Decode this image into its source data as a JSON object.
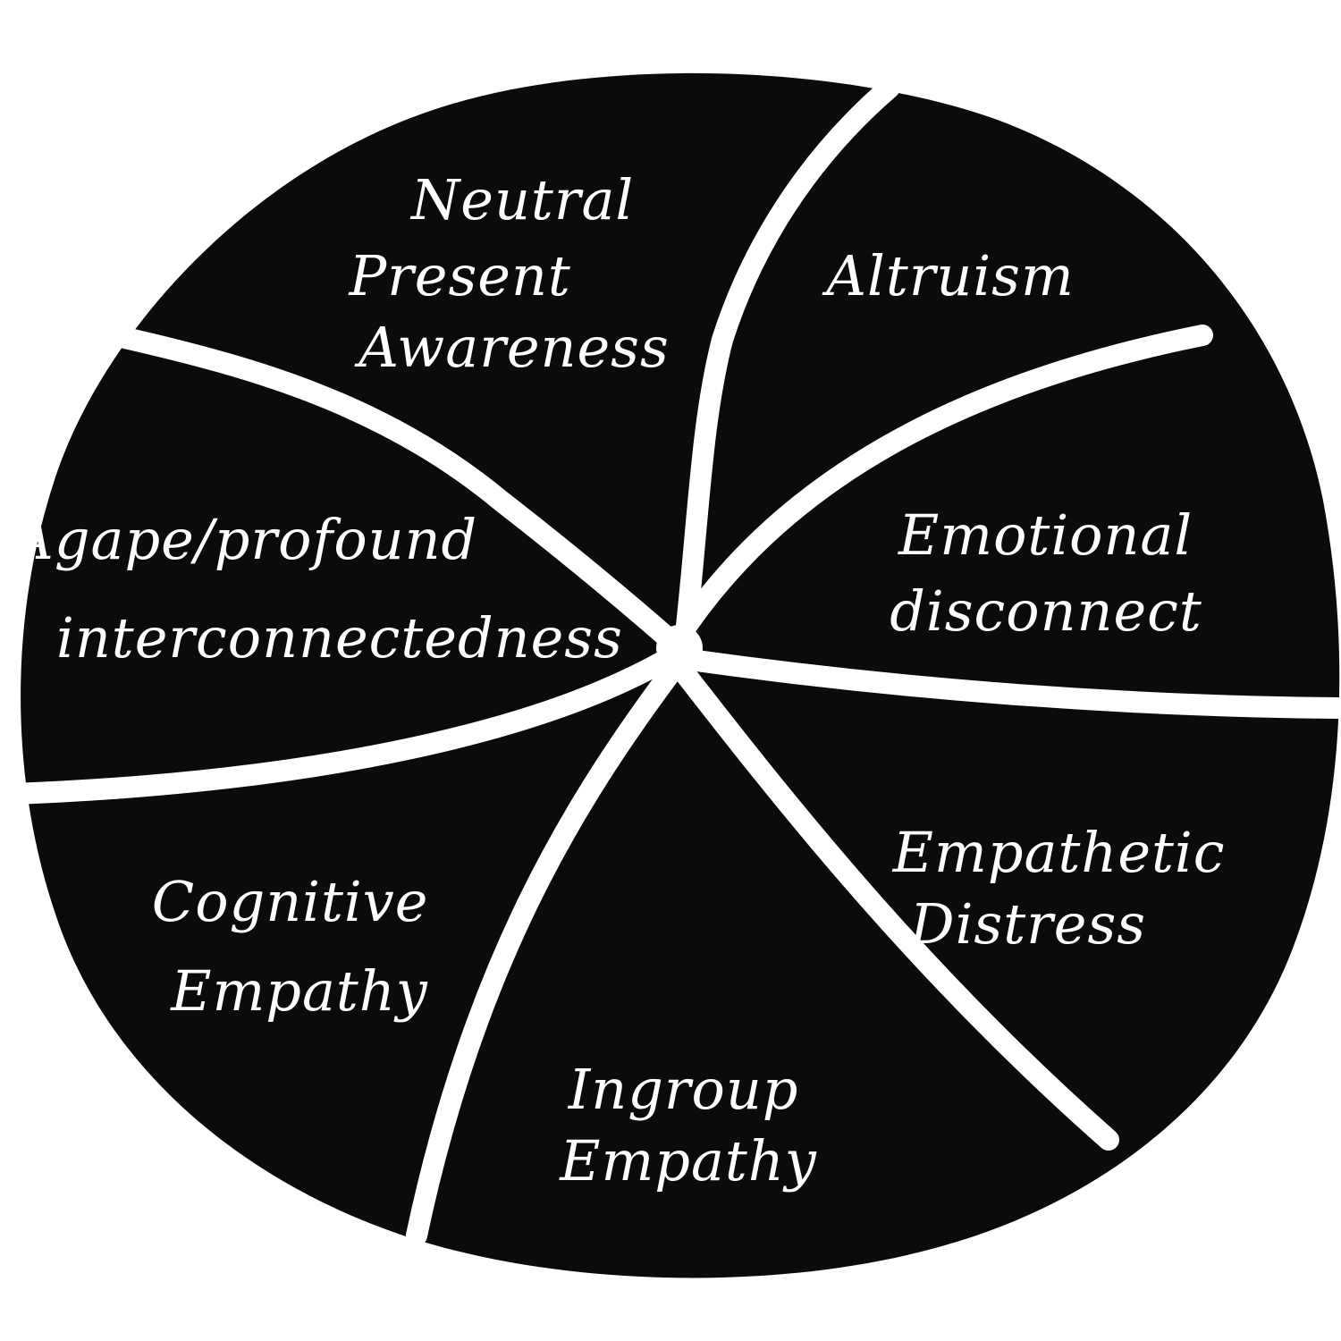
{
  "colors": {
    "background": "#ffffff",
    "wheel": "#0b0b0b",
    "divider": "#ffffff",
    "text": "#ffffff"
  },
  "segments": [
    {
      "id": "neutral",
      "lines": [
        "Neutral",
        "Present",
        "Awareness"
      ]
    },
    {
      "id": "altruism",
      "lines": [
        "Altruism"
      ]
    },
    {
      "id": "emotional",
      "lines": [
        "Emotional",
        "disconnect"
      ]
    },
    {
      "id": "distress",
      "lines": [
        "Empathetic",
        "Distress"
      ]
    },
    {
      "id": "ingroup",
      "lines": [
        "Ingroup",
        "Empathy"
      ]
    },
    {
      "id": "cognitive",
      "lines": [
        "Cognitive",
        "Empathy"
      ]
    },
    {
      "id": "agape",
      "lines": [
        "Agape/profound",
        "interconnectedness"
      ]
    }
  ]
}
